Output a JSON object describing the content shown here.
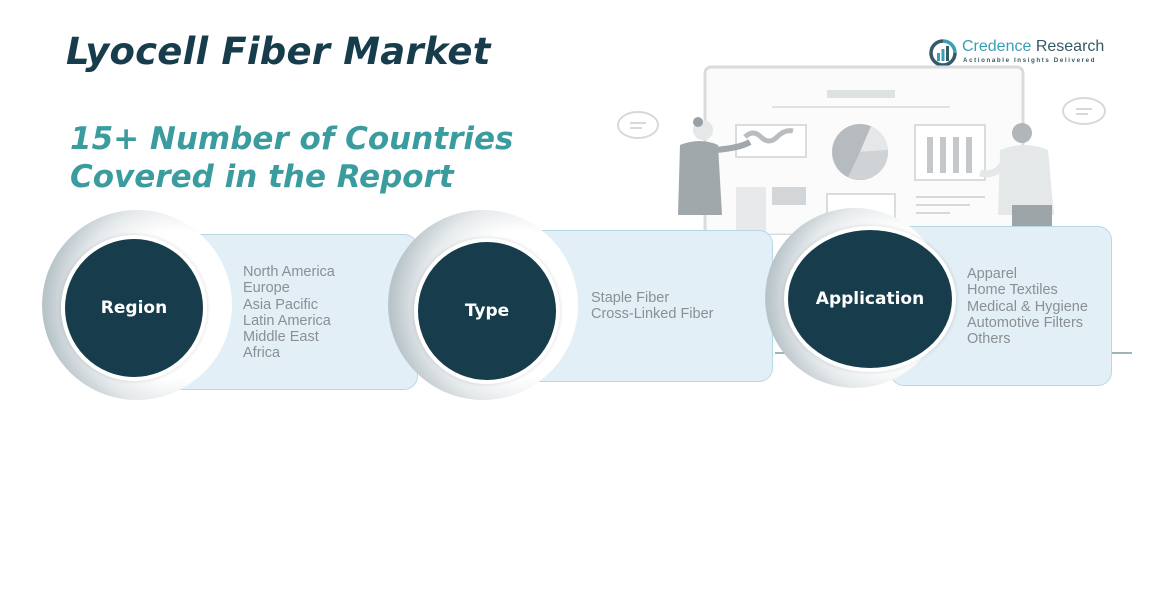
{
  "header": {
    "title": "Lyocell Fiber Market",
    "subtitle_line1": "15+ Number of Countries",
    "subtitle_line2": "Covered in the Report"
  },
  "logo": {
    "name_part1": "Credence",
    "name_part2": " Research",
    "tagline": "Actionable Insights Delivered",
    "icon": "bar-chart-in-circle-icon"
  },
  "colors": {
    "title": "#173d4d",
    "subtitle": "#3a9c9e",
    "circle": "#173d4d",
    "card_bg": "#e2eff6",
    "card_border": "#b8d9e4",
    "item_text": "#8a8f93"
  },
  "segments": [
    {
      "label": "Region",
      "items": [
        "North America",
        "Europe",
        "Asia Pacific",
        "Latin America",
        "Middle East",
        "Africa"
      ]
    },
    {
      "label": "Type",
      "items": [
        "Staple Fiber",
        "Cross-Linked Fiber"
      ]
    },
    {
      "label": "Application",
      "items": [
        "Apparel",
        "Home Textiles",
        "Medical & Hygiene",
        "Automotive Filters",
        "Others"
      ]
    }
  ],
  "illustration": {
    "icon": "presentation-people-with-charts-icon"
  }
}
